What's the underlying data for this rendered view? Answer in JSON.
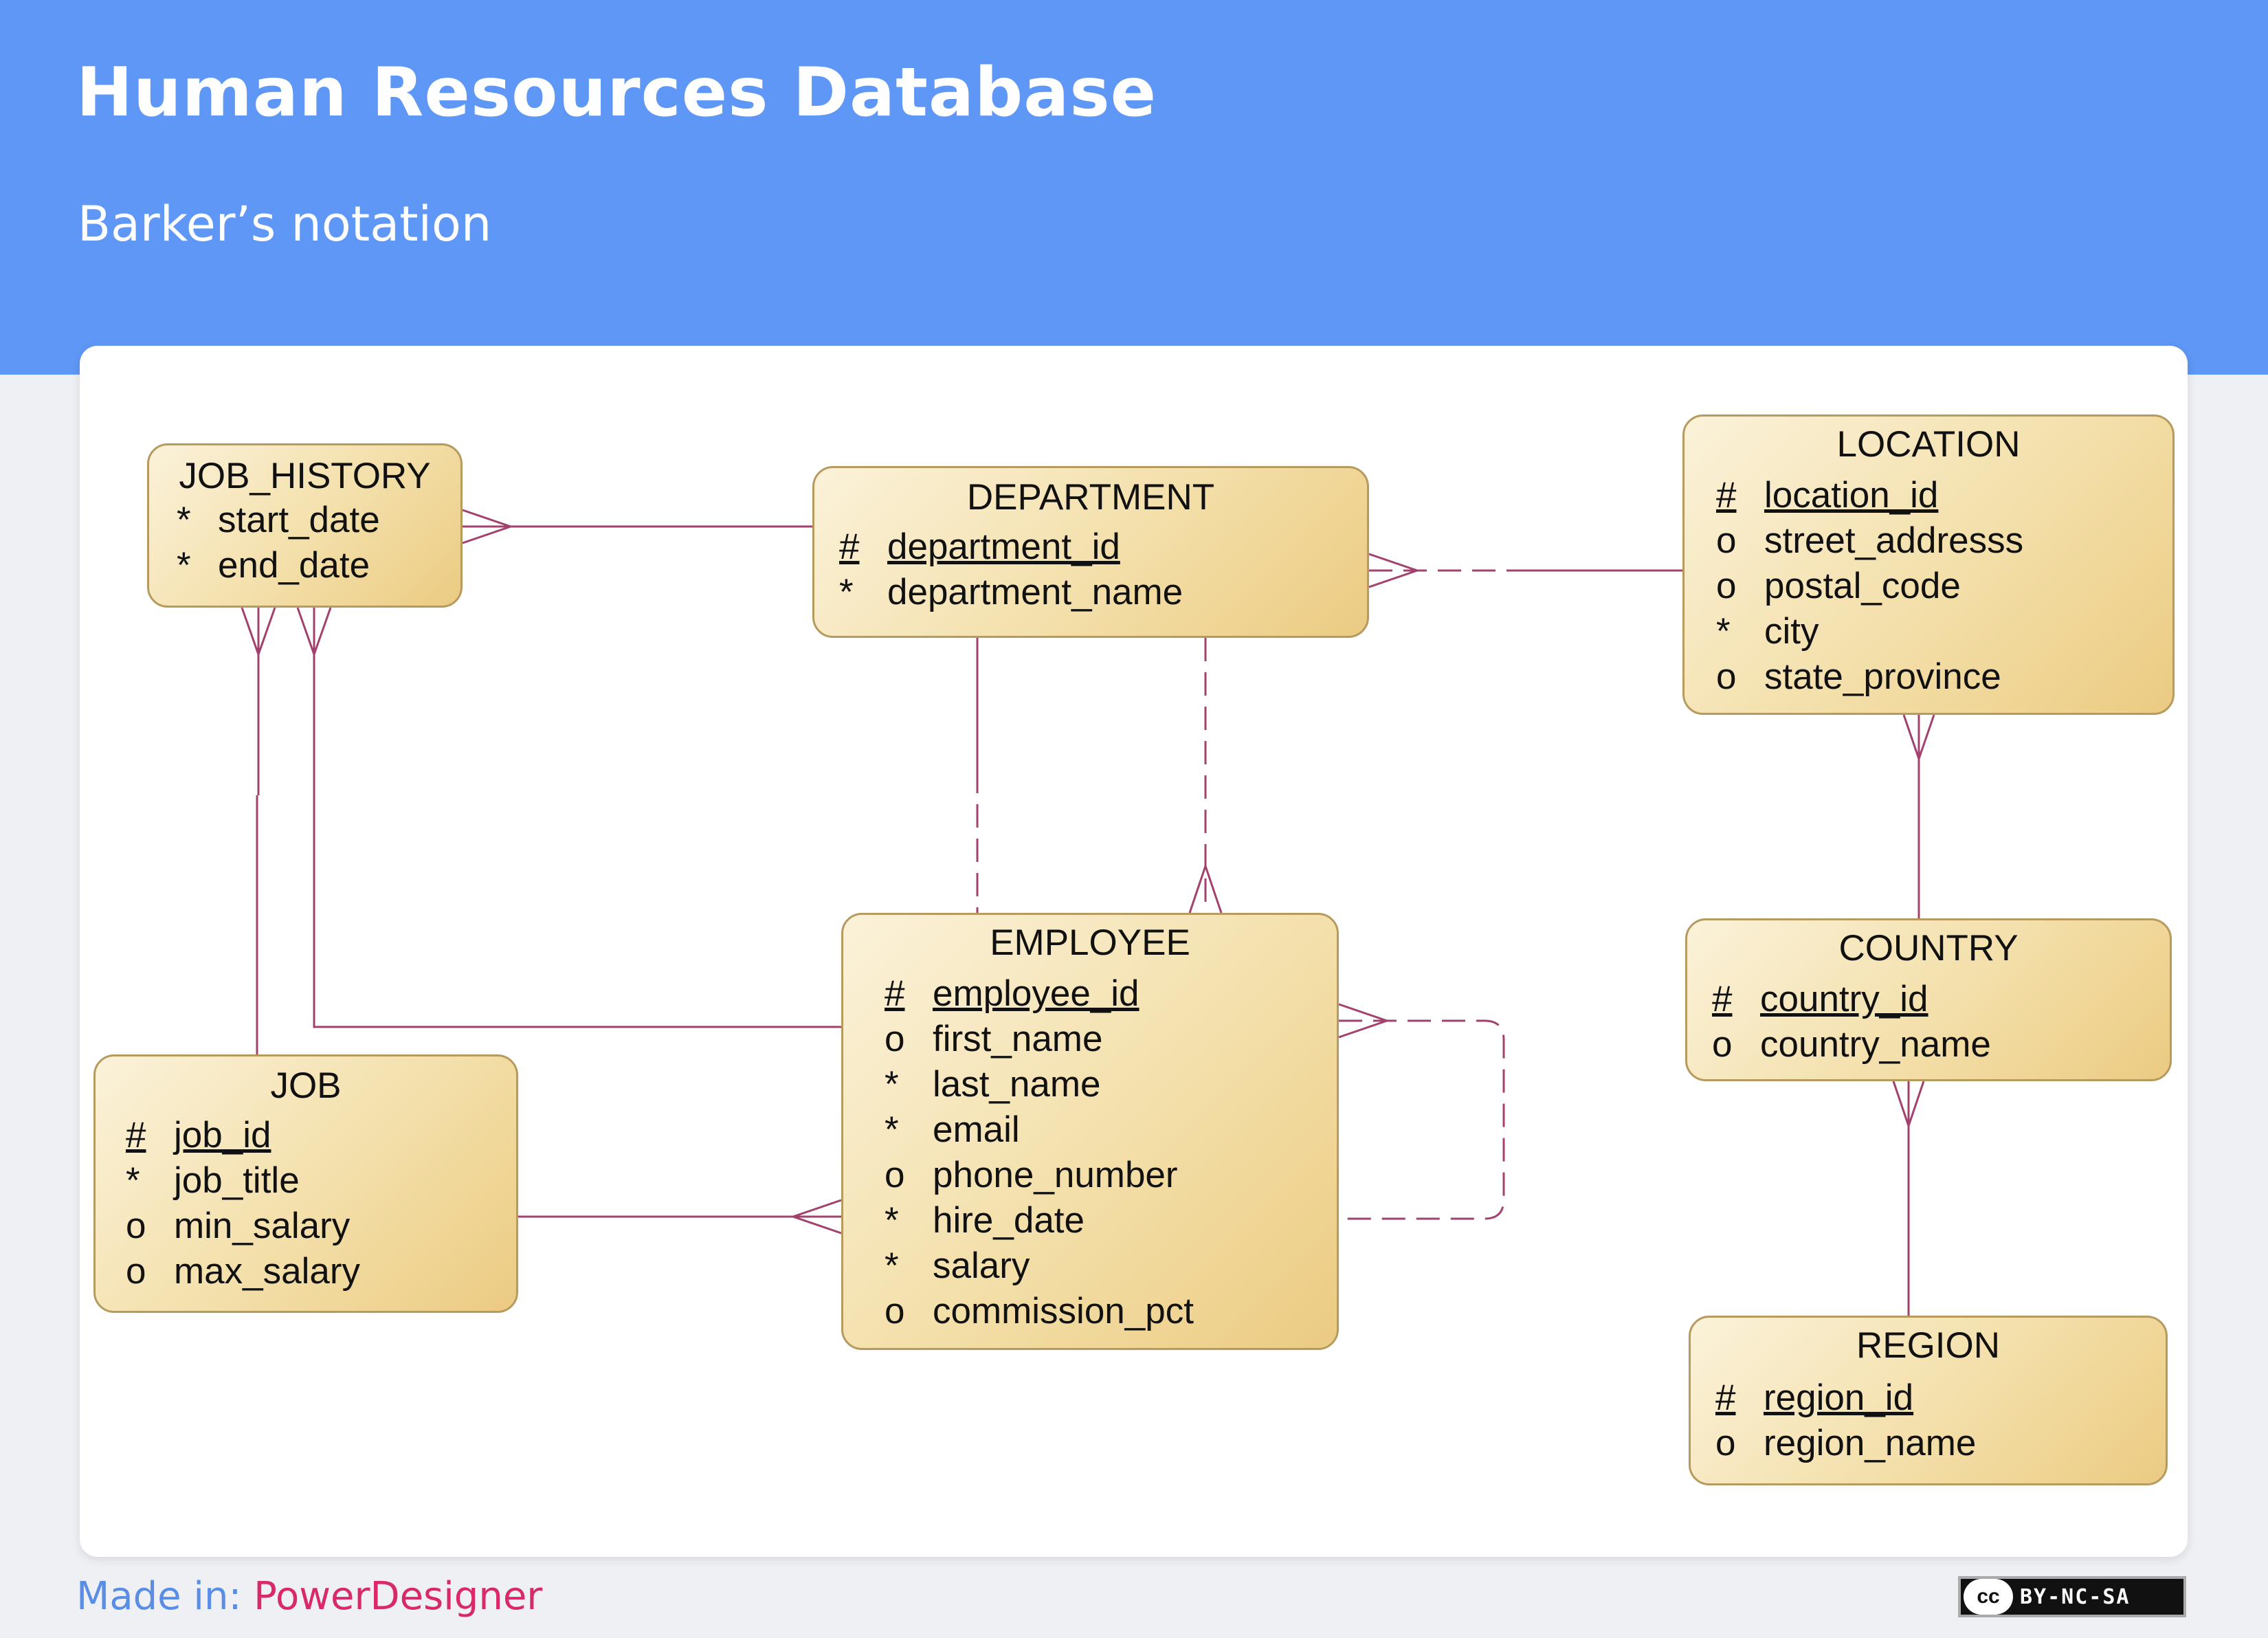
{
  "header": {
    "title": "Human Resources Database",
    "subtitle": "Barker’s notation"
  },
  "diagram": {
    "line_color": "#a2406e",
    "entities": {
      "job_history": {
        "name": "JOB_HISTORY",
        "attributes": [
          {
            "mark": "*",
            "name": "start_date",
            "pk": false
          },
          {
            "mark": "*",
            "name": "end_date",
            "pk": false
          }
        ]
      },
      "department": {
        "name": "DEPARTMENT",
        "attributes": [
          {
            "mark": "#",
            "name": "department_id",
            "pk": true
          },
          {
            "mark": "*",
            "name": "department_name",
            "pk": false
          }
        ]
      },
      "location": {
        "name": "LOCATION",
        "attributes": [
          {
            "mark": "#",
            "name": "location_id",
            "pk": true
          },
          {
            "mark": "o",
            "name": "street_addresss",
            "pk": false
          },
          {
            "mark": "o",
            "name": "postal_code",
            "pk": false
          },
          {
            "mark": "*",
            "name": "city",
            "pk": false
          },
          {
            "mark": "o",
            "name": "state_province",
            "pk": false
          }
        ]
      },
      "employee": {
        "name": "EMPLOYEE",
        "attributes": [
          {
            "mark": "#",
            "name": "employee_id",
            "pk": true
          },
          {
            "mark": "o",
            "name": "first_name",
            "pk": false
          },
          {
            "mark": "*",
            "name": "last_name",
            "pk": false
          },
          {
            "mark": "*",
            "name": "email",
            "pk": false
          },
          {
            "mark": "o",
            "name": "phone_number",
            "pk": false
          },
          {
            "mark": "*",
            "name": "hire_date",
            "pk": false
          },
          {
            "mark": "*",
            "name": "salary",
            "pk": false
          },
          {
            "mark": "o",
            "name": "commission_pct",
            "pk": false
          }
        ]
      },
      "job": {
        "name": "JOB",
        "attributes": [
          {
            "mark": "#",
            "name": "job_id",
            "pk": true
          },
          {
            "mark": "*",
            "name": "job_title",
            "pk": false
          },
          {
            "mark": "o",
            "name": "min_salary",
            "pk": false
          },
          {
            "mark": "o",
            "name": "max_salary",
            "pk": false
          }
        ]
      },
      "country": {
        "name": "COUNTRY",
        "attributes": [
          {
            "mark": "#",
            "name": "country_id",
            "pk": true
          },
          {
            "mark": "o",
            "name": "country_name",
            "pk": false
          }
        ]
      },
      "region": {
        "name": "REGION",
        "attributes": [
          {
            "mark": "#",
            "name": "region_id",
            "pk": true
          },
          {
            "mark": "o",
            "name": "region_name",
            "pk": false
          }
        ]
      }
    }
  },
  "footer": {
    "made_in_label": "Made in:",
    "made_in_value": "PowerDesigner",
    "license_logo": "cc",
    "license_text": "BY-NC-SA"
  }
}
